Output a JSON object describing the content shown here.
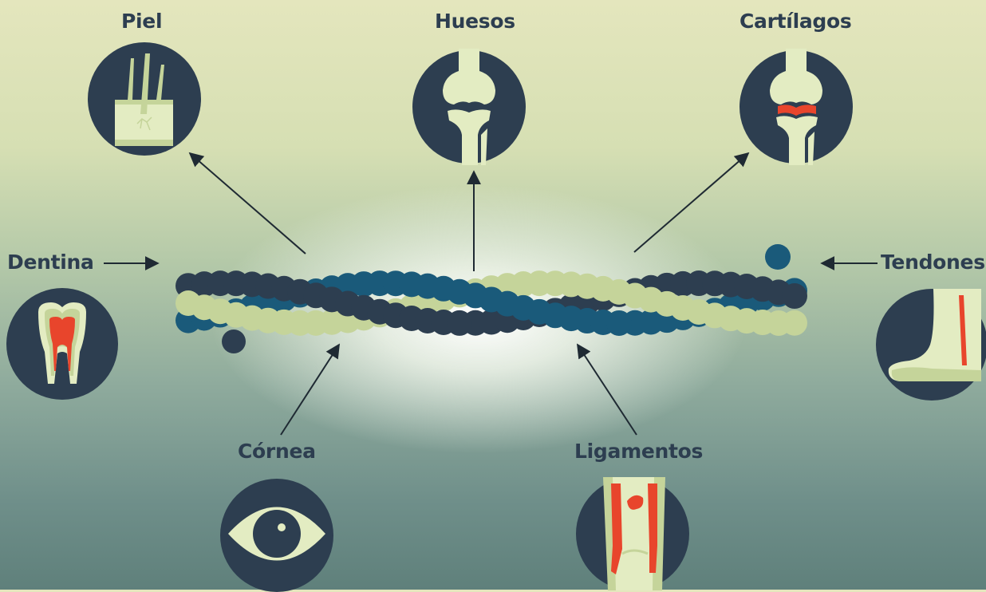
{
  "labels": {
    "piel": "Piel",
    "huesos": "Huesos",
    "cartilagos": "Cartílagos",
    "dentina": "Dentina",
    "tendones": "Tendones",
    "cornea": "Córnea",
    "ligamentos": "Ligamentos"
  },
  "icons": {
    "piel": "skin-hair-icon",
    "huesos": "bone-joint-icon",
    "cartilagos": "cartilage-joint-icon",
    "dentina": "tooth-icon",
    "tendones": "foot-tendon-icon",
    "cornea": "eye-icon",
    "ligamentos": "knee-ligament-icon"
  },
  "colors": {
    "dark": "#2d3e50",
    "teal": "#1a5a7a",
    "light": "#c5d49a",
    "red": "#e8452c",
    "cream": "#e3ecc2"
  }
}
